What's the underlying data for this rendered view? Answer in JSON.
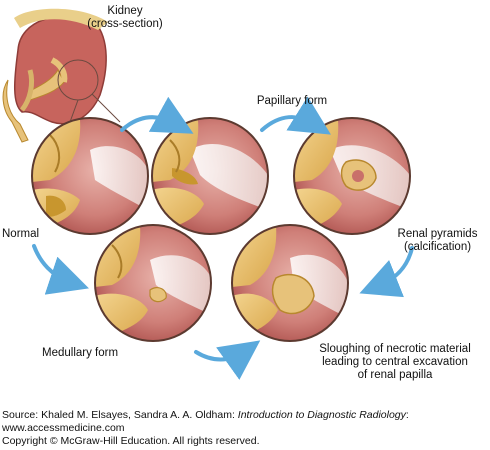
{
  "labels": {
    "kidney_line1": "Kidney",
    "kidney_line2": "(cross-section)",
    "papillary": "Papillary form",
    "normal": "Normal",
    "renal_line1": "Renal pyramids",
    "renal_line2": "(calcification)",
    "medullary": "Medullary form",
    "slough_line1": "Sloughing of necrotic material",
    "slough_line2": "leading to central excavation",
    "slough_line3": "of renal papilla"
  },
  "footer": {
    "source_prefix": "Source: Khaled M. Elsayes, Sandra A. A. Oldham: ",
    "book_title": "Introduction to Diagnostic Radiology",
    "source_suffix": ":",
    "url": "www.accessmedicine.com",
    "copyright": "Copyright © McGraw-Hill Education. All rights reserved."
  },
  "colors": {
    "arrow": "#5aa9dc",
    "tissue_pink": "#d9908a",
    "tissue_dark": "#b85a55",
    "fat_yellow": "#e7c27a",
    "calyx_gold": "#c8962e",
    "circle_border": "#5c3a30"
  }
}
